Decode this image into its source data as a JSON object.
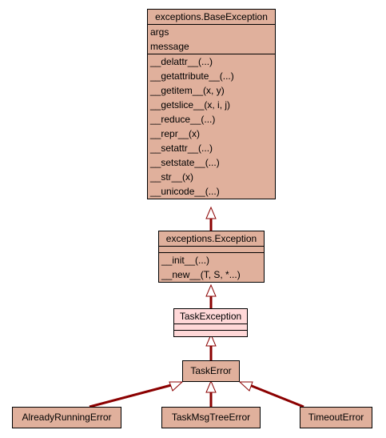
{
  "classes": {
    "base": {
      "name": "exceptions.BaseException",
      "attributes": [
        "args",
        "message"
      ],
      "methods": [
        "__delattr__(...)",
        "__getattribute__(...)",
        "__getitem__(x, y)",
        "__getslice__(x, i, j)",
        "__reduce__(...)",
        "__repr__(x)",
        "__setattr__(...)",
        "__setstate__(...)",
        "__str__(x)",
        "__unicode__(...)"
      ]
    },
    "exception": {
      "name": "exceptions.Exception",
      "methods": [
        "__init__(...)",
        "__new__(T, S, *...)"
      ]
    },
    "task_exception": {
      "name": "TaskException"
    },
    "task_error": {
      "name": "TaskError"
    },
    "already_running": {
      "name": "AlreadyRunningError"
    },
    "msg_tree": {
      "name": "TaskMsgTreeError"
    },
    "timeout": {
      "name": "TimeoutError"
    }
  },
  "colors": {
    "class_fill": "#e0b09c",
    "highlight_fill": "#ffd8d8",
    "edge": "#8b0000"
  }
}
